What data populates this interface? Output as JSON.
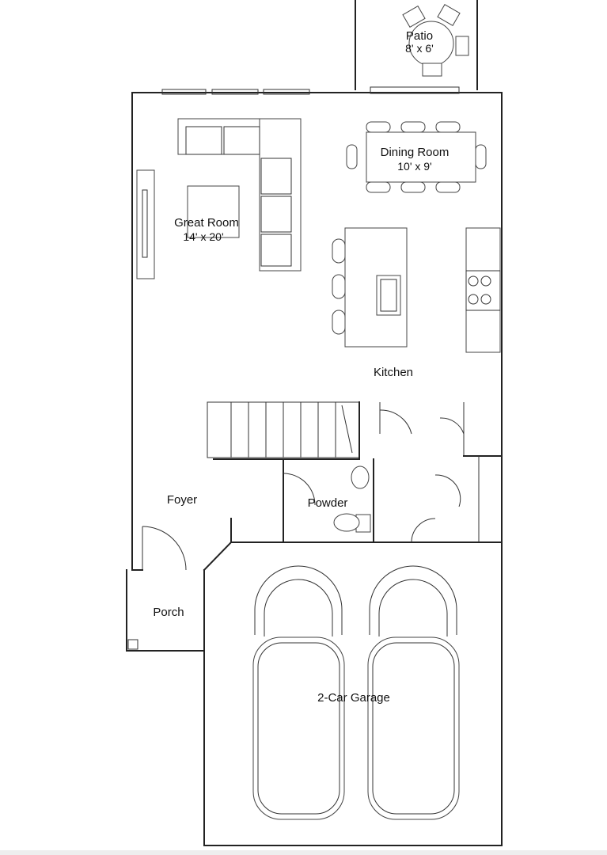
{
  "rooms": {
    "patio": {
      "name": "Patio",
      "size": "8' x 6'"
    },
    "dining": {
      "name": "Dining Room",
      "size": "10' x 9'"
    },
    "great_room": {
      "name": "Great Room",
      "size": "14' x 20'"
    },
    "kitchen": {
      "name": "Kitchen"
    },
    "foyer": {
      "name": "Foyer"
    },
    "powder": {
      "name": "Powder"
    },
    "porch": {
      "name": "Porch"
    },
    "garage": {
      "name": "2-Car Garage"
    }
  }
}
